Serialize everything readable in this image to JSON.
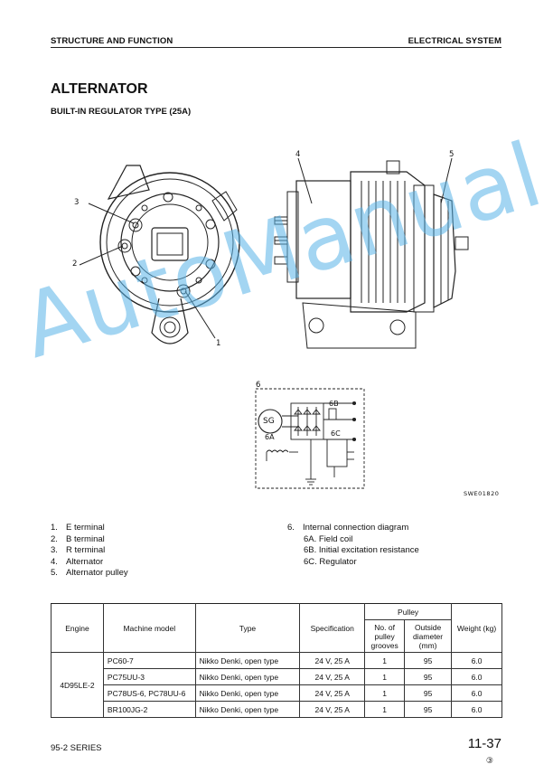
{
  "header": {
    "left": "STRUCTURE AND FUNCTION",
    "right": "ELECTRICAL SYSTEM"
  },
  "title": "ALTERNATOR",
  "subtitle": "BUILT-IN REGULATOR TYPE (25A)",
  "figure": {
    "callouts": [
      "1",
      "2",
      "3",
      "4",
      "5",
      "6",
      "6A",
      "6B",
      "6C"
    ],
    "sg_label": "SG",
    "code": "SWE01820"
  },
  "watermark": "AutoManual",
  "legend_left": [
    {
      "num": "1.",
      "text": "E terminal"
    },
    {
      "num": "2.",
      "text": "B terminal"
    },
    {
      "num": "3.",
      "text": "R terminal"
    },
    {
      "num": "4.",
      "text": "Alternator"
    },
    {
      "num": "5.",
      "text": "Alternator pulley"
    }
  ],
  "legend_right": {
    "num": "6.",
    "text": "Internal connection diagram",
    "subs": [
      "6A. Field coil",
      "6B. Initial excitation resistance",
      "6C. Regulator"
    ]
  },
  "table": {
    "headers": {
      "engine": "Engine",
      "machine_model": "Machine model",
      "type": "Type",
      "specification": "Specification",
      "pulley": "Pulley",
      "grooves": "No. of pulley grooves",
      "diameter": "Outside diameter (mm)",
      "weight": "Weight (kg)"
    },
    "engine": "4D95LE-2",
    "rows": [
      {
        "model": "PC60-7",
        "type": "Nikko Denki, open type",
        "spec": "24 V, 25 A",
        "grooves": "1",
        "diameter": "95",
        "weight": "6.0"
      },
      {
        "model": "PC75UU-3",
        "type": "Nikko Denki, open type",
        "spec": "24 V, 25 A",
        "grooves": "1",
        "diameter": "95",
        "weight": "6.0"
      },
      {
        "model": "PC78US-6, PC78UU-6",
        "type": "Nikko Denki, open type",
        "spec": "24 V, 25 A",
        "grooves": "1",
        "diameter": "95",
        "weight": "6.0"
      },
      {
        "model": "BR100JG-2",
        "type": "Nikko Denki, open type",
        "spec": "24 V, 25 A",
        "grooves": "1",
        "diameter": "95",
        "weight": "6.0"
      }
    ]
  },
  "footer": {
    "series": "95-2 SERIES",
    "page": "11-37",
    "revision": "③"
  }
}
